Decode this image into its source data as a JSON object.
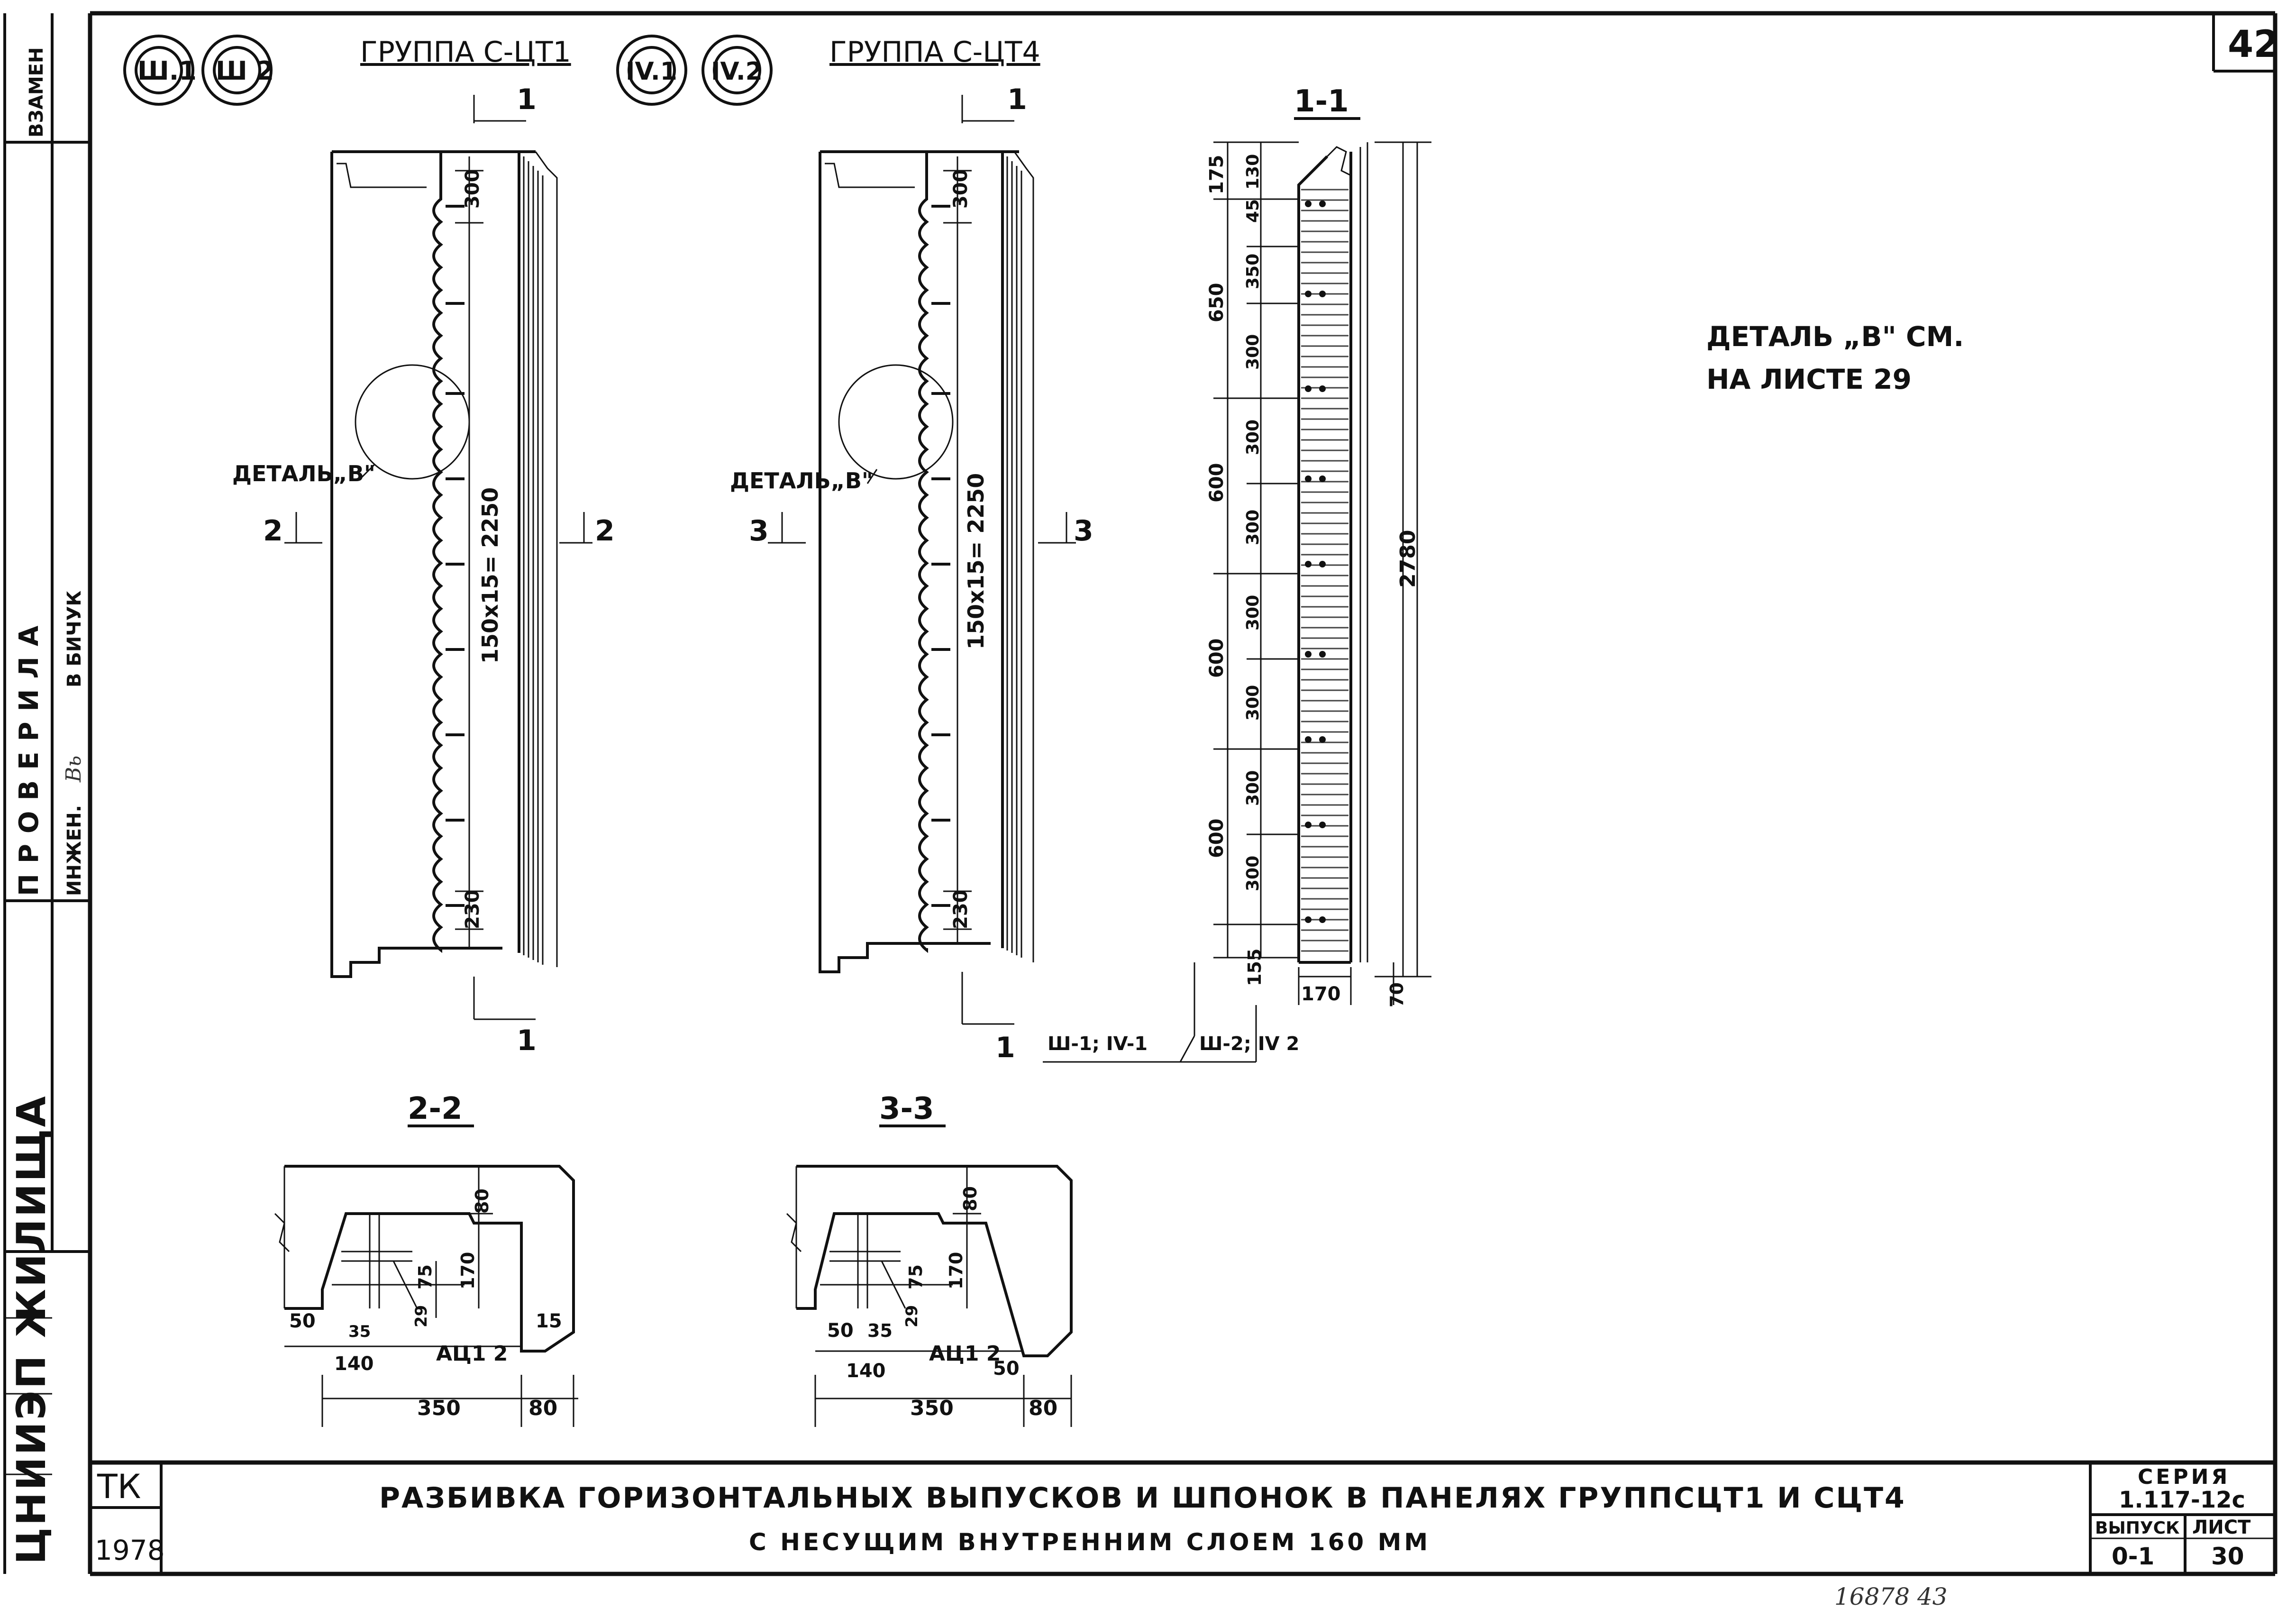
{
  "sheet": {
    "number": "42",
    "side_stamp": {
      "zamen": "ВЗАМЕН",
      "proverila": "ПРОВЕРИЛА",
      "inzh": "ИНЖЕН.",
      "signature": "Вь",
      "name": "В БИЧУК",
      "org": "ЦНИИЭП ЖИЛИЩА"
    }
  },
  "headers": {
    "g1_marks": [
      "Ш.1",
      "Ш 2"
    ],
    "g1_title": "ГРУППА С-ЦТ1",
    "g2_marks": [
      "IV.1",
      "IV.2"
    ],
    "g2_title": "ГРУППА С-ЦТ4"
  },
  "panel1": {
    "cut_top": "1",
    "cut_bottom": "1",
    "section_left": "2",
    "section_right": "2",
    "dim_top": "300",
    "dim_bottom": "230",
    "dim_main": "150х15= 2250",
    "detail_label": "ДЕТАЛЬ„В\""
  },
  "panel2": {
    "cut_top": "1",
    "cut_bottom": "1",
    "section_left": "3",
    "section_right": "3",
    "dim_top": "300",
    "dim_bottom": "230",
    "dim_main": "150х15= 2250",
    "detail_label": "ДЕТАЛЬ„В\""
  },
  "section11": {
    "title": "1-1",
    "outer_dims": [
      "175",
      "650",
      "600",
      "600",
      "600",
      "155"
    ],
    "inner_dims": [
      "130",
      "45",
      "350",
      "300",
      "300",
      "300",
      "300",
      "300",
      "300",
      "300"
    ],
    "total": "2780",
    "width": "170",
    "bottom": "70",
    "legend_left": "Ш-1; IV-1",
    "legend_right": "Ш-2; IV 2"
  },
  "note": {
    "line1": "ДЕТАЛЬ „В\" СМ.",
    "line2": "НА ЛИСТЕ 29"
  },
  "section22": {
    "title": "2-2",
    "dims": {
      "d80": "80",
      "d170": "170",
      "d75": "75",
      "d29": "29",
      "d35": "35",
      "d50": "50",
      "d140": "140",
      "d350": "350",
      "d80b": "80",
      "d15": "15"
    },
    "rebar": "АЦ1 2"
  },
  "section33": {
    "title": "3-3",
    "dims": {
      "d80": "80",
      "d170": "170",
      "d75": "75",
      "d29": "29",
      "d35": "35",
      "d50": "50",
      "d140": "140",
      "d350": "350",
      "d80b": "80",
      "d50b": "50"
    },
    "rebar": "АЦ1 2"
  },
  "title_block": {
    "tk": "ТК",
    "year": "1978",
    "title_line1": "РАЗБИВКА ГОРИЗОНТАЛЬНЫХ ВЫПУСКОВ И ШПОНОК В ПАНЕЛЯХ ГРУППСЦТ1 И СЦТ4",
    "title_line2": "С НЕСУЩИМ ВНУТРЕННИМ СЛОЕМ 160 ММ",
    "seria_label": "СЕРИЯ",
    "seria_value": "1.117-12с",
    "vypusk_label": "ВЫПУСК",
    "vypusk_value": "0-1",
    "list_label": "ЛИСТ",
    "list_value": "30"
  },
  "footer_handwritten": "16878  43"
}
